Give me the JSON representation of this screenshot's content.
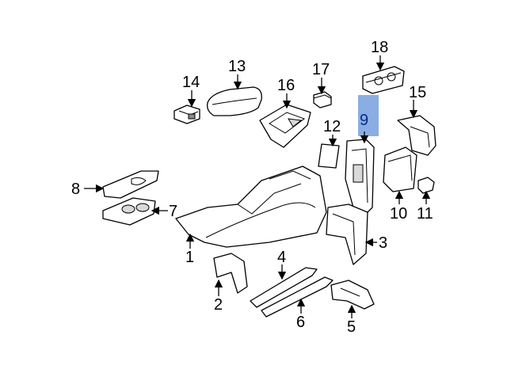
{
  "diagram": {
    "highlight_color": "#8aaee3",
    "highlighted_callout": "9",
    "callouts": {
      "c1": "1",
      "c2": "2",
      "c3": "3",
      "c4": "4",
      "c5": "5",
      "c6": "6",
      "c7": "7",
      "c8": "8",
      "c9": "9",
      "c10": "10",
      "c11": "11",
      "c12": "12",
      "c13": "13",
      "c14": "14",
      "c15": "15",
      "c16": "16",
      "c17": "17",
      "c18": "18"
    }
  }
}
